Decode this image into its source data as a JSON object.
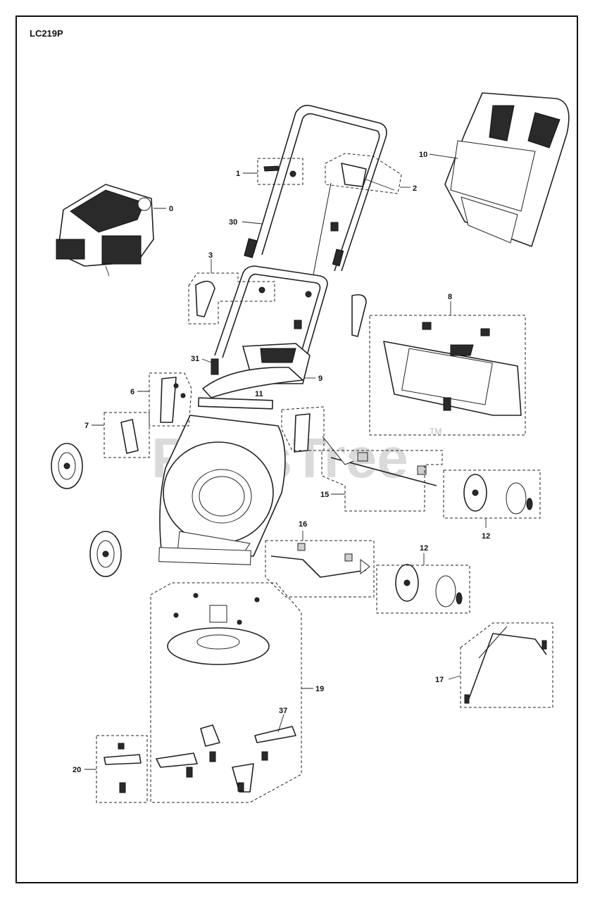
{
  "diagram": {
    "model_label": "LC219P",
    "watermark": "PartsTree",
    "watermark_tm": "TM",
    "callouts": [
      "0",
      "1",
      "2",
      "3",
      "6",
      "7",
      "8",
      "9",
      "10",
      "11",
      "12",
      "12",
      "15",
      "16",
      "17",
      "19",
      "20",
      "30",
      "31",
      "37"
    ]
  }
}
